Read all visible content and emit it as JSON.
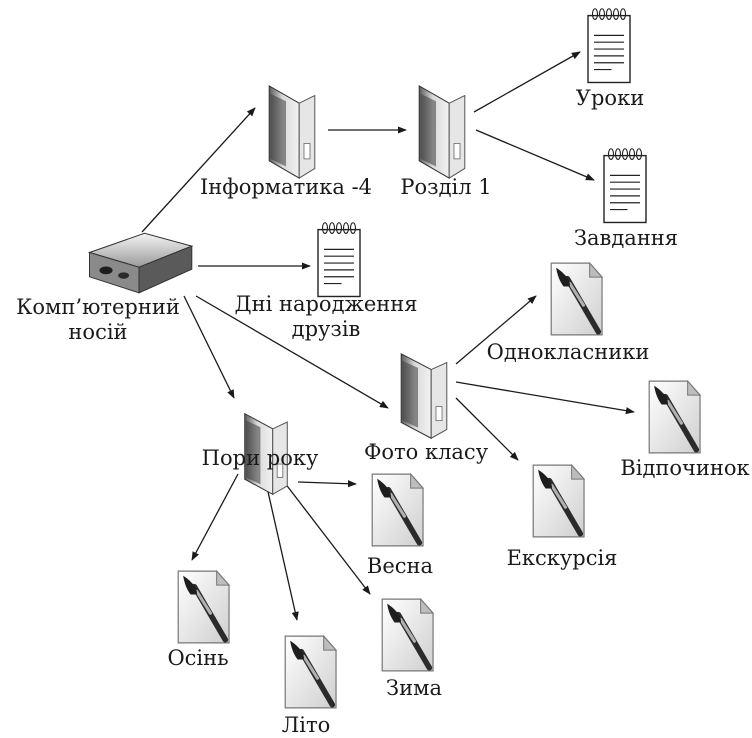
{
  "diagram": {
    "title": "",
    "nodes": [
      {
        "id": "drive",
        "kind": "drive",
        "label_lines": [
          "Комп’ютерний",
          "носій"
        ]
      },
      {
        "id": "informatyka",
        "kind": "folder",
        "label_lines": [
          "Інформатика -4"
        ]
      },
      {
        "id": "rozdil1",
        "kind": "folder",
        "label_lines": [
          "Розділ 1"
        ]
      },
      {
        "id": "uroky",
        "kind": "document",
        "label_lines": [
          "Уроки"
        ]
      },
      {
        "id": "zavdannya",
        "kind": "document",
        "label_lines": [
          "Завдання"
        ]
      },
      {
        "id": "dni",
        "kind": "document",
        "label_lines": [
          "Дні народження",
          "друзів"
        ]
      },
      {
        "id": "foto",
        "kind": "folder",
        "label_lines": [
          "Фото класу"
        ]
      },
      {
        "id": "odnoklasnyky",
        "kind": "image",
        "label_lines": [
          "Однокласники"
        ]
      },
      {
        "id": "vidpochynok",
        "kind": "image",
        "label_lines": [
          "Відпочинок"
        ]
      },
      {
        "id": "ekskursiya",
        "kind": "image",
        "label_lines": [
          "Екскурсія"
        ]
      },
      {
        "id": "pory",
        "kind": "folder",
        "label_lines": [
          "Пори року"
        ]
      },
      {
        "id": "vesna",
        "kind": "image",
        "label_lines": [
          "Весна"
        ]
      },
      {
        "id": "osin",
        "kind": "image",
        "label_lines": [
          "Осінь"
        ]
      },
      {
        "id": "lito",
        "kind": "image",
        "label_lines": [
          "Літо"
        ]
      },
      {
        "id": "zyma",
        "kind": "image",
        "label_lines": [
          "Зима"
        ]
      }
    ],
    "edges": [
      {
        "from": "drive",
        "to": "informatyka"
      },
      {
        "from": "informatyka",
        "to": "rozdil1"
      },
      {
        "from": "rozdil1",
        "to": "uroky"
      },
      {
        "from": "rozdil1",
        "to": "zavdannya"
      },
      {
        "from": "drive",
        "to": "dni"
      },
      {
        "from": "drive",
        "to": "foto"
      },
      {
        "from": "drive",
        "to": "pory"
      },
      {
        "from": "foto",
        "to": "odnoklasnyky"
      },
      {
        "from": "foto",
        "to": "vidpochynok"
      },
      {
        "from": "foto",
        "to": "ekskursiya"
      },
      {
        "from": "pory",
        "to": "vesna"
      },
      {
        "from": "pory",
        "to": "osin"
      },
      {
        "from": "pory",
        "to": "lito"
      },
      {
        "from": "pory",
        "to": "zyma"
      }
    ]
  }
}
